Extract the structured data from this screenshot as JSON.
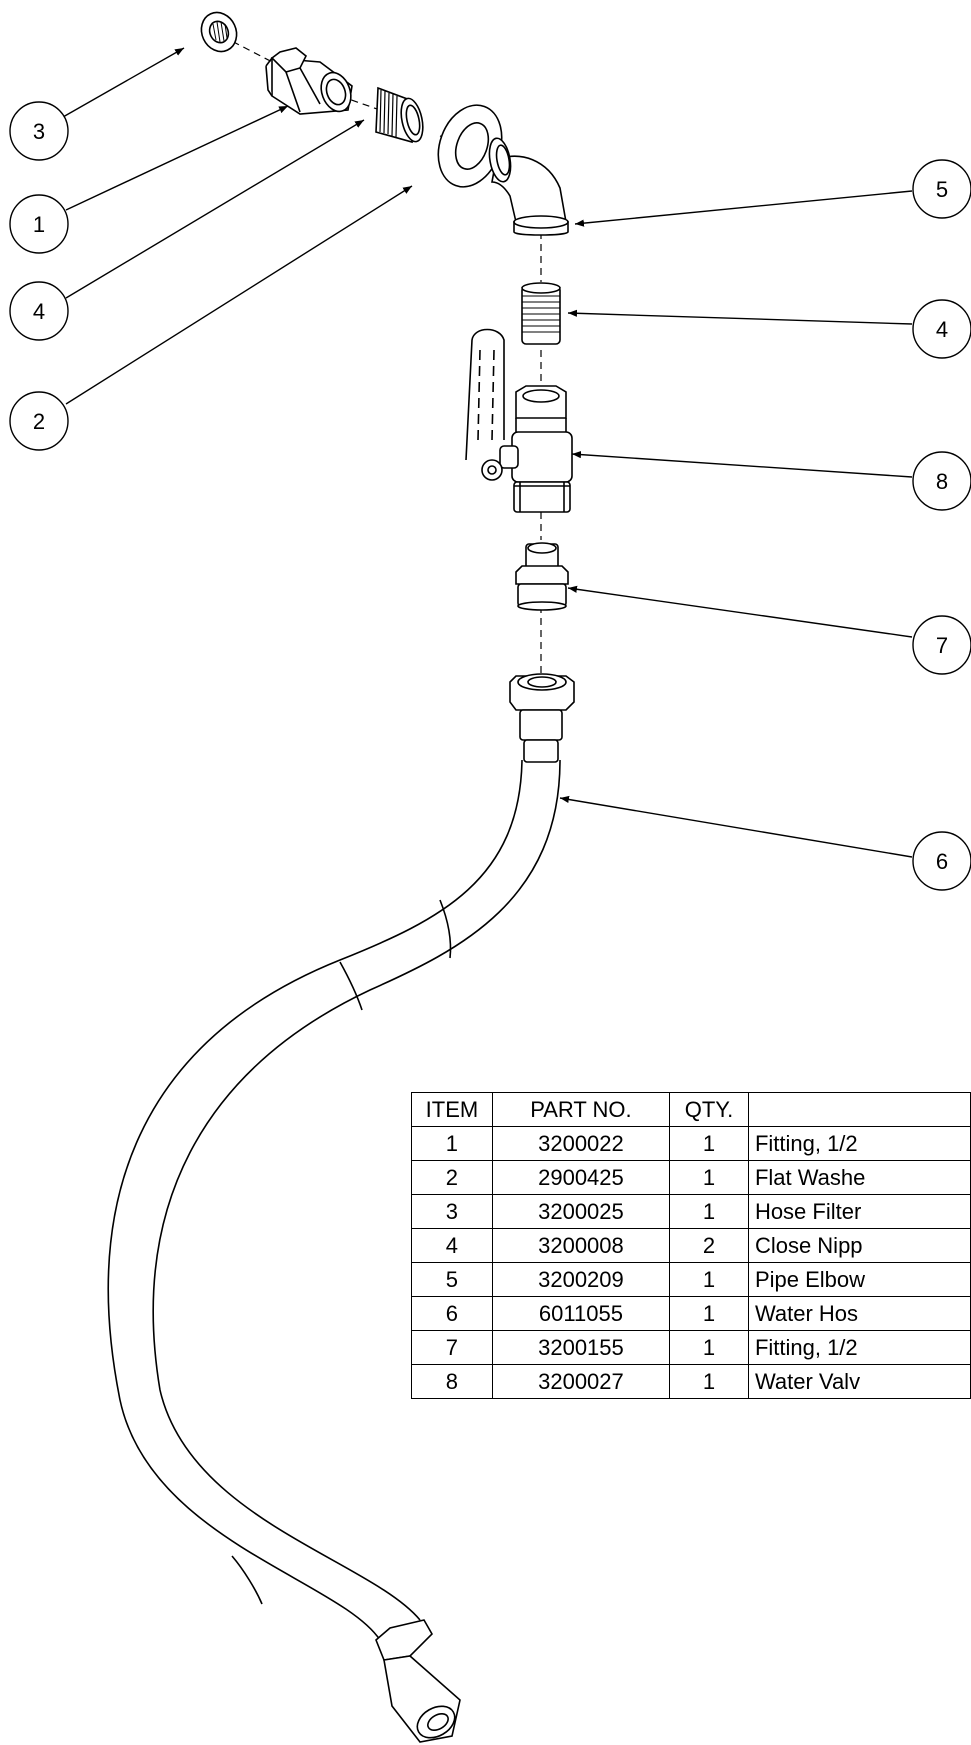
{
  "balloons": [
    {
      "id": "b3-left",
      "label": "3"
    },
    {
      "id": "b1-left",
      "label": "1"
    },
    {
      "id": "b4-left",
      "label": "4"
    },
    {
      "id": "b2-left",
      "label": "2"
    },
    {
      "id": "b5-right",
      "label": "5"
    },
    {
      "id": "b4-right",
      "label": "4"
    },
    {
      "id": "b8-right",
      "label": "8"
    },
    {
      "id": "b7-right",
      "label": "7"
    },
    {
      "id": "b6-right",
      "label": "6"
    }
  ],
  "bom": {
    "headers": {
      "item": "ITEM",
      "part_no": "PART NO.",
      "qty": "QTY.",
      "description": ""
    },
    "rows": [
      {
        "item": "1",
        "part_no": "3200022",
        "qty": "1",
        "description": "Fitting, 1/2"
      },
      {
        "item": "2",
        "part_no": "2900425",
        "qty": "1",
        "description": "Flat Washe"
      },
      {
        "item": "3",
        "part_no": "3200025",
        "qty": "1",
        "description": "Hose Filter"
      },
      {
        "item": "4",
        "part_no": "3200008",
        "qty": "2",
        "description": "Close Nipp"
      },
      {
        "item": "5",
        "part_no": "3200209",
        "qty": "1",
        "description": "Pipe Elbow"
      },
      {
        "item": "6",
        "part_no": "6011055",
        "qty": "1",
        "description": "Water Hos"
      },
      {
        "item": "7",
        "part_no": "3200155",
        "qty": "1",
        "description": "Fitting, 1/2"
      },
      {
        "item": "8",
        "part_no": "3200027",
        "qty": "1",
        "description": "Water Valv"
      }
    ]
  }
}
